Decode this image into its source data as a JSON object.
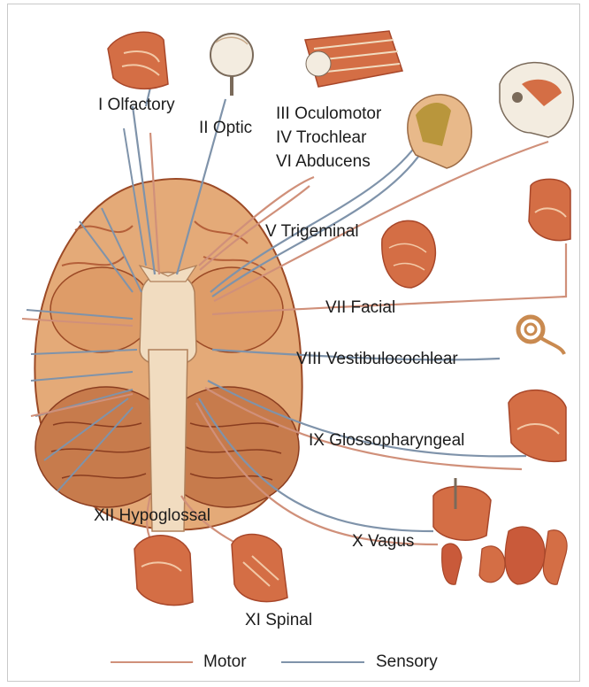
{
  "colors": {
    "motor": "#d0907a",
    "sensory": "#7f93aa",
    "tissue": "#d46e45",
    "tissue_dark": "#a8472a",
    "brain": "#e4aa78",
    "stem": "#f1dcc0"
  },
  "nerves": {
    "olfactory": "I Olfactory",
    "optic": "II Optic",
    "oculomotor": "III Oculomotor",
    "trochlear": "IV Trochlear",
    "abducens": "VI Abducens",
    "trigeminal": "V Trigeminal",
    "facial": "VII Facial",
    "vestibulocochlear": "VIII Vestibulocochlear",
    "glossopharyngeal": "IX Glossopharyngeal",
    "hypoglossal": "XII Hypoglossal",
    "vagus": "X Vagus",
    "spinal": "XI Spinal"
  },
  "legend": {
    "motor": "Motor",
    "sensory": "Sensory"
  }
}
